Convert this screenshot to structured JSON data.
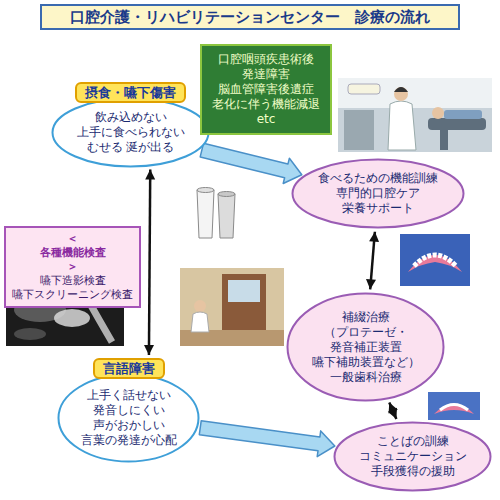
{
  "diagram": {
    "title": "口腔介護・リハビリテーションセンター　診療の流れ",
    "nodes": [
      {
        "text": [
          "摂食・嚥下傷害",
          "飲み込めない 上手に食べられない むせる 涎が出る"
        ]
      },
      {
        "text": [
          "口腔咽頭疾患術後 発達障害 脳血管障害後遺症 老化に伴う機能減退 etc"
        ]
      },
      {
        "text": [
          "食べるための機能訓練 専門的口腔ケア 栄養サポート"
        ]
      },
      {
        "text": [
          "＜各種機能検査＞",
          "嚥下造影検査 嚥下スクリーニング検査"
        ]
      },
      {
        "text": [
          "補綴治療 （プロテーゼ・ 発音補正装置 嚥下補助装置など） 一般歯科治療"
        ]
      },
      {
        "text": [
          "言語障害",
          "上手く話せない 発音しにくい 声がおかしい 言葉の発達が心配"
        ]
      },
      {
        "text": [
          "ことばの訓練 コミュニケーション 手段獲得の援助"
        ]
      }
    ],
    "edges": [
      {
        "from": 0,
        "to": 2,
        "arrow": "to"
      },
      {
        "from": 0,
        "to": 5,
        "arrow": "both"
      },
      {
        "from": 2,
        "to": 4,
        "arrow": "both"
      },
      {
        "from": 5,
        "to": 6,
        "arrow": "to"
      },
      {
        "from": 4,
        "to": 6,
        "arrow": "both"
      }
    ]
  }
}
